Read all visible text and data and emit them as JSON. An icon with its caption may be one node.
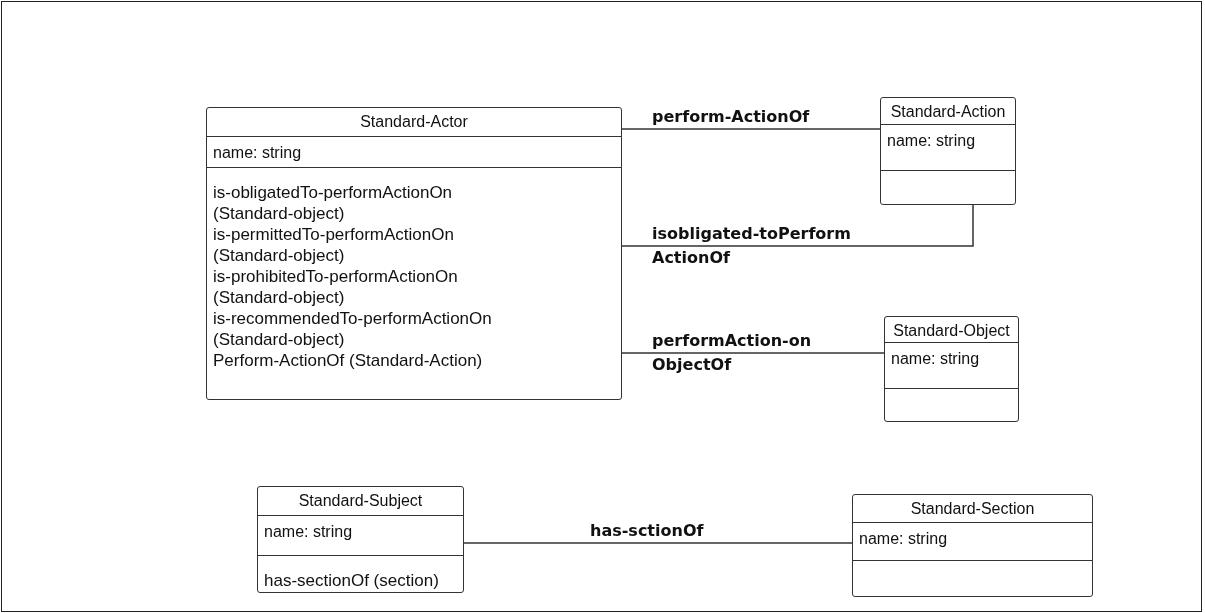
{
  "diagram": {
    "nodes": [
      {
        "text": [
          "Standard-Actor",
          "name: string",
          "is-obligatedTo-performActionOn (Standard-object)",
          "is-permittedTo-performActionOn (Standard-object)",
          "is-prohibitedTo-performActionOn (Standard-object)",
          "is-recommendedTo-performActionOn (Standard-object)",
          "Perform-ActionOf (Standard-Action)"
        ]
      },
      {
        "text": [
          "Standard-Action",
          "name: string"
        ]
      },
      {
        "text": [
          "Standard-Object",
          "name: string"
        ]
      },
      {
        "text": [
          "Standard-Subject",
          "name: string",
          "has-sectionOf (section)"
        ]
      },
      {
        "text": [
          "Standard-Section",
          "name: string"
        ]
      }
    ],
    "edges": [
      {
        "from": 0,
        "to": 1,
        "arrow": "none",
        "label": "perform-ActionOf"
      },
      {
        "from": 0,
        "to": 1,
        "arrow": "none",
        "label": "isobligated-toPerform ActionOf"
      },
      {
        "from": 0,
        "to": 2,
        "arrow": "none",
        "label": "performAction-on ObjectOf"
      },
      {
        "from": 3,
        "to": 4,
        "arrow": "none",
        "label": "has-sctionOf"
      }
    ]
  }
}
